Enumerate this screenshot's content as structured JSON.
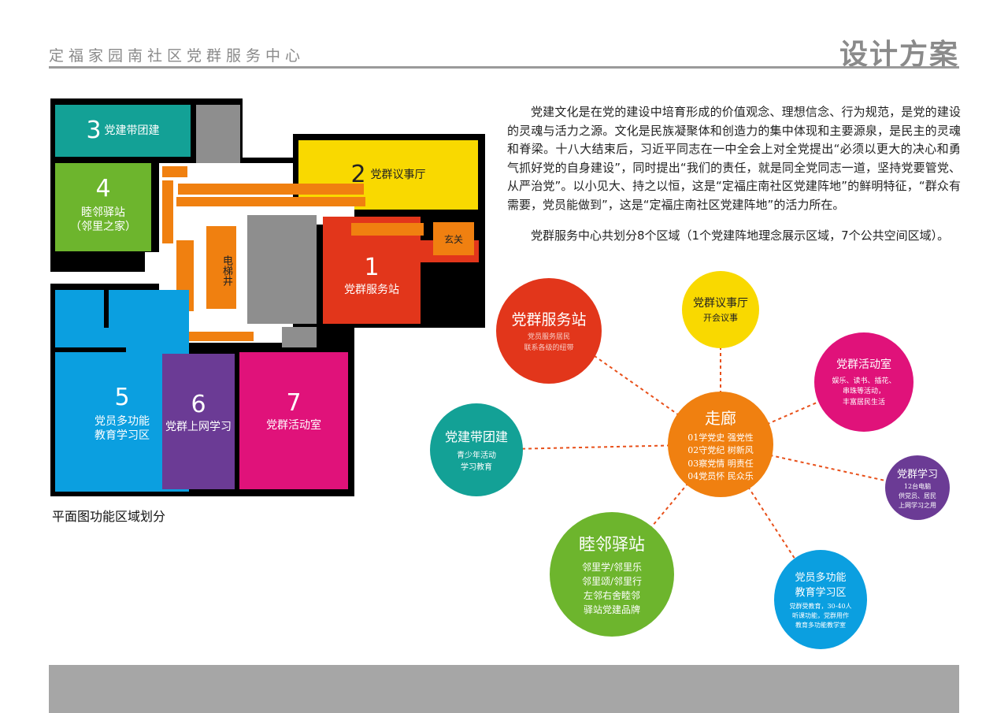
{
  "header": {
    "subtitle": "定福家园南社区党群服务中心",
    "title": "设计方案"
  },
  "plan": {
    "caption": "平面图功能区域划分",
    "rooms": {
      "r1": {
        "num": "1",
        "label": "党群服务站"
      },
      "r2": {
        "num": "2",
        "label": "党群议事厅"
      },
      "r3": {
        "num": "3",
        "label": "党建带团建"
      },
      "r4": {
        "num": "4",
        "label": "睦邻驿站",
        "label2": "（邻里之家）"
      },
      "r5": {
        "num": "5",
        "label": "党员多功能",
        "label2": "教育学习区"
      },
      "r6": {
        "num": "6",
        "label": "党群上网学习"
      },
      "r7": {
        "num": "7",
        "label": "党群活动室"
      },
      "elevator": {
        "label": "电梯井"
      },
      "corridor": {
        "label": "走廊"
      },
      "foyer": {
        "label": "玄关"
      }
    }
  },
  "text": {
    "p1": "党建文化是在党的建设中培育形成的价值观念、理想信念、行为规范，是党的建设的灵魂与活力之源。文化是民族凝聚体和创造力的集中体现和主要源泉，是民主的灵魂和脊梁。十八大结束后，习近平同志在一中全会上对全党提出“必须以更大的决心和勇气抓好党的自身建设”，同时提出“我们的责任，就是同全党同志一道，坚持党要管党、从严治党”。以小见大、持之以恒，这是“定福庄南社区党建阵地”的鲜明特征，“群众有需要，党员能做到”，这是“定福庄南社区党建阵地”的活力所在。",
    "p2": "党群服务中心共划分8个区域（1个党建阵地理念展示区域，7个公共空间区域）。"
  },
  "diagram": {
    "center": {
      "title": "走廊",
      "lines": [
        "01学党史 强党性",
        "02守党纪 树新风",
        "03察党情 明责任",
        "04党员怀 民众乐"
      ]
    },
    "service": {
      "title": "党群服务站",
      "lines": [
        "党员服务居民",
        "联系各级的纽带"
      ]
    },
    "council": {
      "title": "党群议事厅",
      "lines": [
        "开会议事"
      ]
    },
    "activity": {
      "title": "党群活动室",
      "lines": [
        "娱乐、读书、插花、",
        "串珠等活动，",
        "丰富居民生活"
      ]
    },
    "study": {
      "title": "党群学习",
      "lines": [
        "12台电脑",
        "供党员、居民",
        "上网学习之用"
      ]
    },
    "edu": {
      "title": "党员多功能",
      "title2": "教育学习区",
      "lines": [
        "党群受教育，30-40人",
        "听课功能，党群用作",
        "教育多功能教学室"
      ]
    },
    "neighbor": {
      "title": "睦邻驿站",
      "lines": [
        "邻里学/邻里乐",
        "邻里颂/邻里行",
        "左邻右舍睦邻",
        "驿站党建品牌"
      ]
    },
    "youth": {
      "title": "党建带团建",
      "lines": [
        "青少年活动",
        "学习教育"
      ]
    }
  },
  "colors": {
    "red": "#e2361b",
    "yellow": "#f9d900",
    "teal": "#13a196",
    "green": "#6db52d",
    "blue": "#0b9fe0",
    "purple": "#6b3b95",
    "magenta": "#e0127a",
    "orange": "#f08010",
    "gray": "#8e8e8e",
    "link": "#e8501a"
  }
}
